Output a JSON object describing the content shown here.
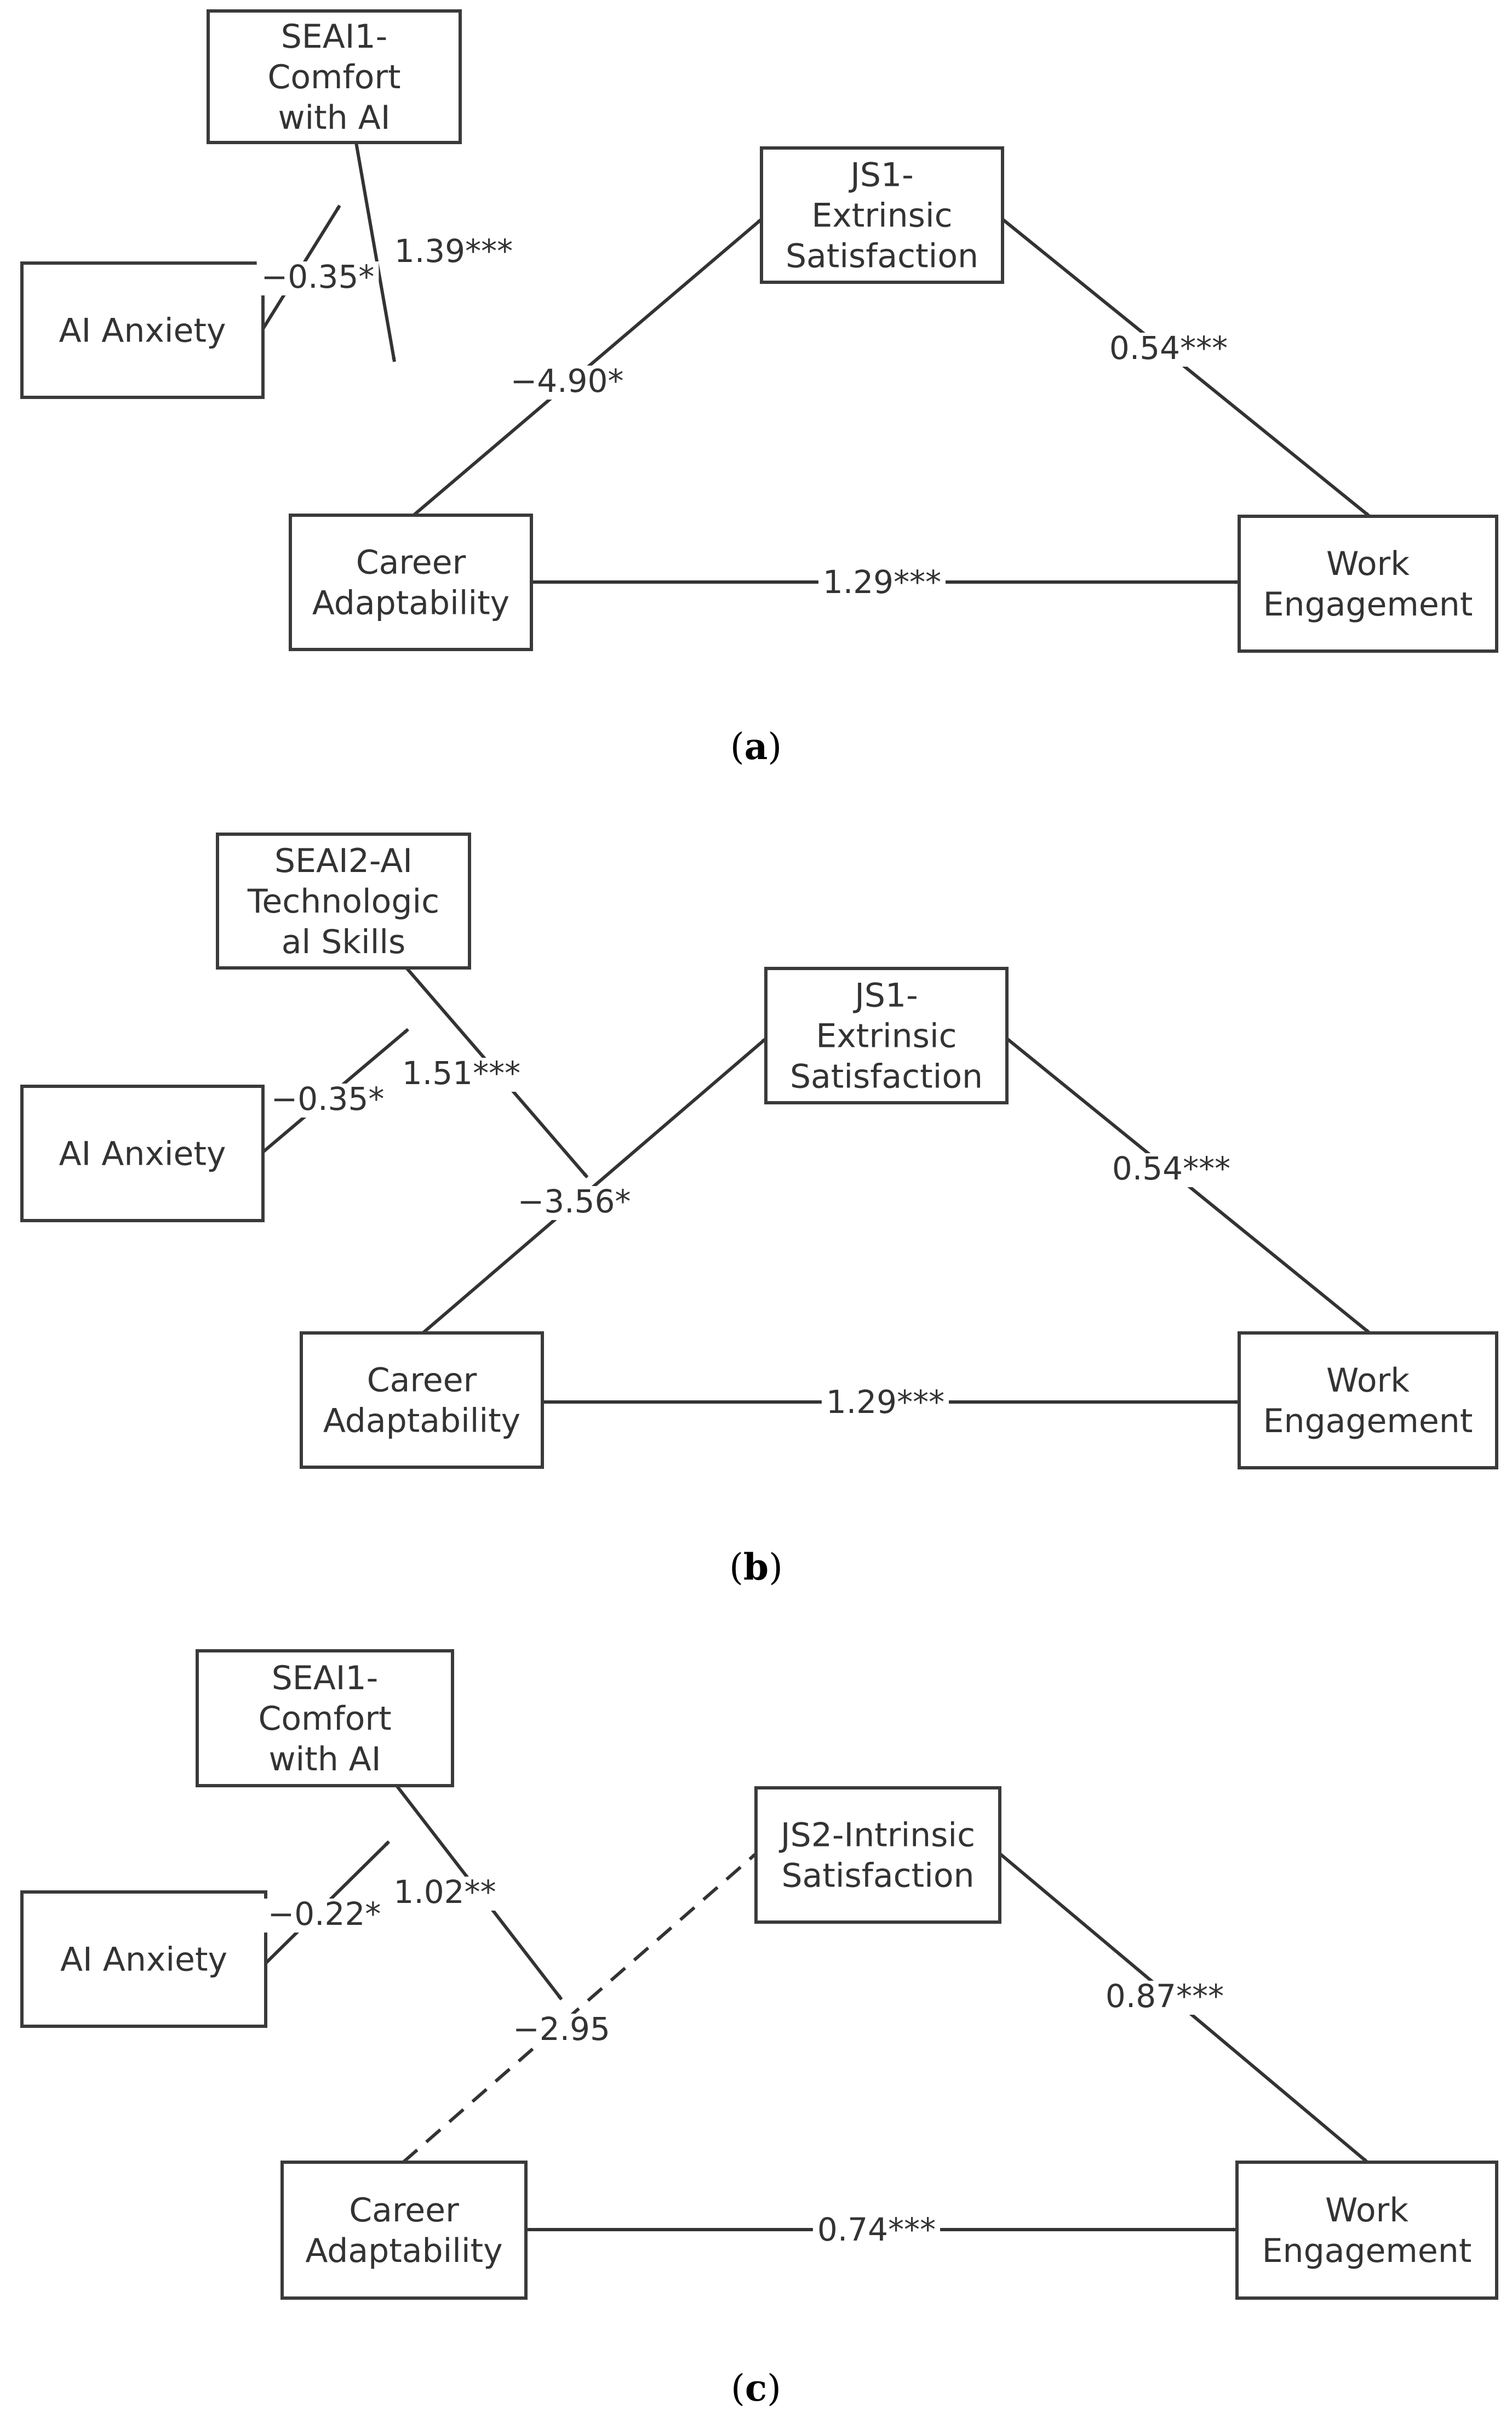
{
  "panels": [
    {
      "label": "a",
      "nodes": {
        "moderator": [
          "SEAI1-",
          "Comfort",
          "with AI"
        ],
        "anxiety": [
          "AI Anxiety"
        ],
        "mediator": [
          "JS1-",
          "Extrinsic",
          "Satisfaction"
        ],
        "career": [
          "Career",
          "Adaptability"
        ],
        "work": [
          "Work",
          "Engagement"
        ]
      },
      "coefficients": {
        "anxiety_to_moderator": "−0.35*",
        "moderator_to_path": "1.39***",
        "interaction": "−4.90*",
        "mediator_to_work": "0.54***",
        "career_to_work": "1.29***"
      },
      "interaction_path_style": "solid"
    },
    {
      "label": "b",
      "nodes": {
        "moderator": [
          "SEAI2-AI",
          "Technologic",
          "al Skills"
        ],
        "anxiety": [
          "AI Anxiety"
        ],
        "mediator": [
          "JS1-",
          "Extrinsic",
          "Satisfaction"
        ],
        "career": [
          "Career",
          "Adaptability"
        ],
        "work": [
          "Work",
          "Engagement"
        ]
      },
      "coefficients": {
        "anxiety_to_moderator": "−0.35*",
        "moderator_to_path": "1.51***",
        "interaction": "−3.56*",
        "mediator_to_work": "0.54***",
        "career_to_work": "1.29***"
      },
      "interaction_path_style": "solid"
    },
    {
      "label": "c",
      "nodes": {
        "moderator": [
          "SEAI1-",
          "Comfort",
          "with AI"
        ],
        "anxiety": [
          "AI Anxiety"
        ],
        "mediator": [
          "JS2-Intrinsic",
          "Satisfaction"
        ],
        "career": [
          "Career",
          "Adaptability"
        ],
        "work": [
          "Work",
          "Engagement"
        ]
      },
      "coefficients": {
        "anxiety_to_moderator": "−0.22*",
        "moderator_to_path": "1.02**",
        "interaction": "−2.95",
        "mediator_to_work": "0.87***",
        "career_to_work": "0.74***"
      },
      "interaction_path_style": "dashed"
    }
  ]
}
